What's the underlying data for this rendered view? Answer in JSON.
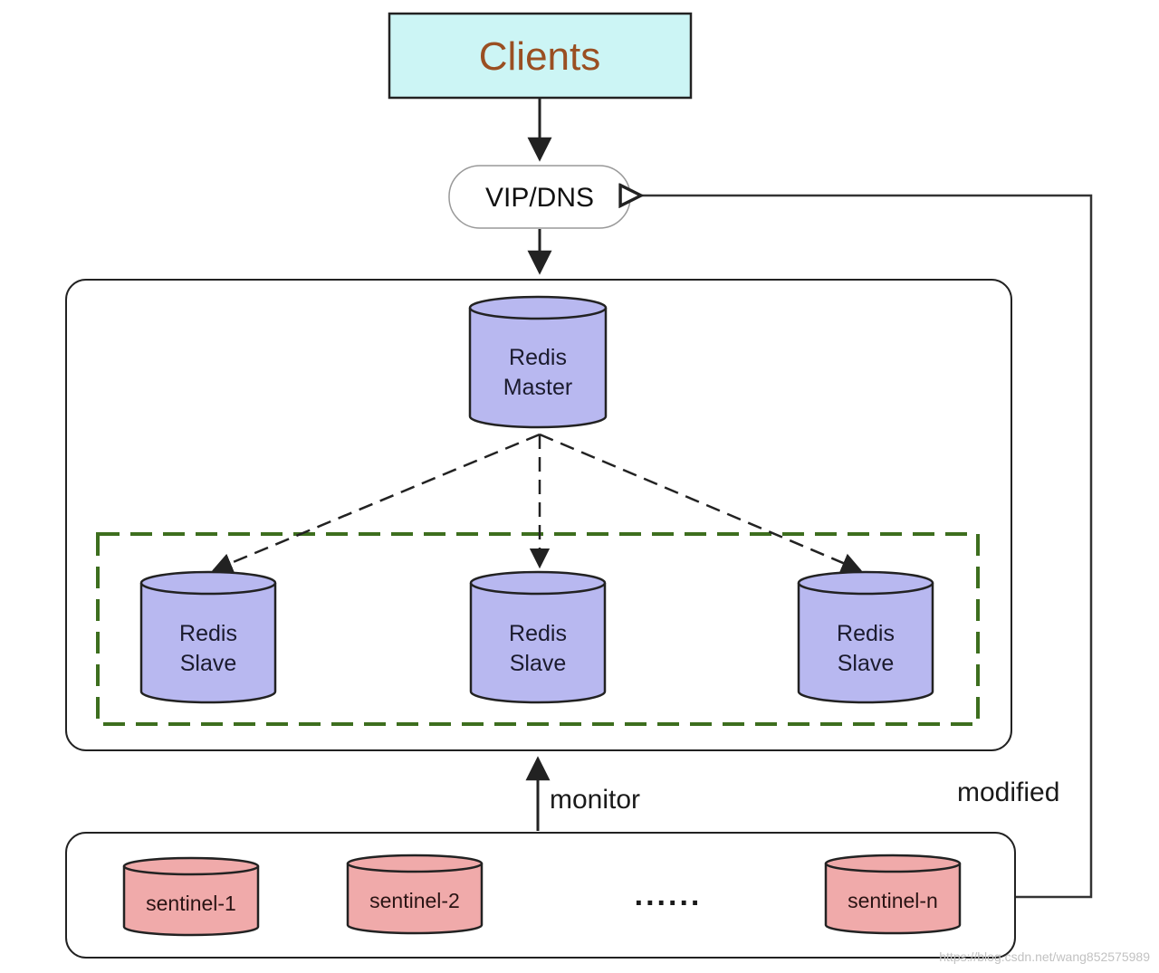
{
  "diagram": {
    "clients": {
      "label": "Clients"
    },
    "vip_dns": {
      "label": "VIP/DNS"
    },
    "master": {
      "line1": "Redis",
      "line2": "Master"
    },
    "slaves": [
      {
        "line1": "Redis",
        "line2": "Slave"
      },
      {
        "line1": "Redis",
        "line2": "Slave"
      },
      {
        "line1": "Redis",
        "line2": "Slave"
      }
    ],
    "sentinels": [
      {
        "label": "sentinel-1"
      },
      {
        "label": "sentinel-2"
      },
      {
        "label": "sentinel-n"
      }
    ],
    "ellipsis": "......",
    "edges": {
      "monitor": "monitor",
      "modified": "modified"
    },
    "watermark": "https://blog.csdn.net/wang852575989"
  },
  "colors": {
    "clients_fill": "#ccf5f5",
    "clients_text": "#9a4f22",
    "db_fill": "#b8b8f0",
    "sentinel_fill": "#f0aaaa",
    "slave_group_border": "#3d6e1e",
    "stroke": "#222222"
  }
}
